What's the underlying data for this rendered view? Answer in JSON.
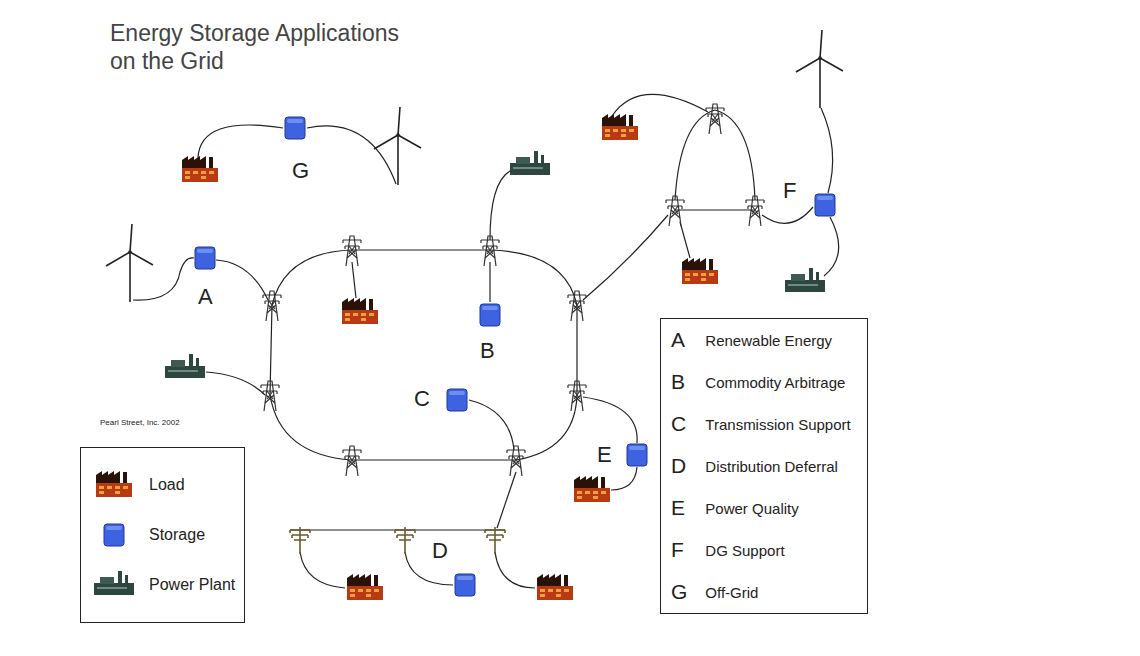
{
  "diagram": {
    "title": "Energy Storage Applications on the Grid",
    "nodes": [
      {
        "text": [
          "A",
          "Renewable Energy",
          "B",
          "Commodity Arbitrage",
          "C",
          "Transmission Support",
          "D",
          "Distribution Deferral",
          "E",
          "Power Quality",
          "F",
          "DG Support",
          "G",
          "Off-Grid"
        ]
      }
    ],
    "labels": [
      "G",
      "F",
      "A",
      "B",
      "C",
      "E",
      "D",
      "Pearl Street, Inc. 2002"
    ],
    "legend": [
      {
        "text": "Load"
      },
      {
        "text": "Storage"
      },
      {
        "text": "Power Plant"
      }
    ]
  }
}
